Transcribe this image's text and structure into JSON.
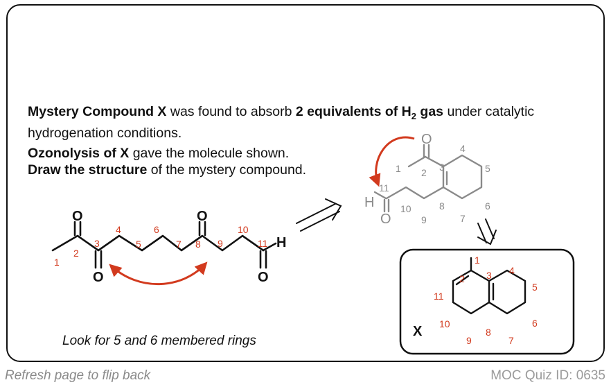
{
  "question": {
    "line1_bold1": "Mystery Compound X",
    "line1_text1": " was found to absorb ",
    "line1_bold2": "2 equivalents of H",
    "line1_sub": "2",
    "line1_bold3": " gas",
    "line1_text2": " under catalytic hydrogenation conditions.",
    "line2_bold": "Ozonolysis of X",
    "line2_text": " gave the molecule shown.",
    "line3_bold": "Draw the structure",
    "line3_text": " of the mystery compound."
  },
  "hint": "Look for 5 and 6 membered rings",
  "product_molecule": {
    "atoms": {
      "O1": "O",
      "O3": "O",
      "O8": "O",
      "O11": "O",
      "H": "H"
    },
    "numbers": [
      "1",
      "2",
      "3",
      "4",
      "5",
      "6",
      "7",
      "8",
      "9",
      "10",
      "11"
    ]
  },
  "intermediate": {
    "atoms": {
      "O": "O",
      "O2": "O",
      "H": "H"
    },
    "numbers": [
      "1",
      "2",
      "3",
      "4",
      "5",
      "6",
      "7",
      "8",
      "9",
      "10",
      "11"
    ]
  },
  "answer": {
    "label": "X",
    "numbers": [
      "1",
      "2",
      "3",
      "4",
      "5",
      "6",
      "7",
      "8",
      "9",
      "10",
      "11"
    ]
  },
  "footer": {
    "left": "Refresh page to flip back",
    "right": "MOC Quiz ID: 0635"
  },
  "colors": {
    "accent": "#d23a1e",
    "gray": "#8a8a8a",
    "ink": "#111111"
  }
}
